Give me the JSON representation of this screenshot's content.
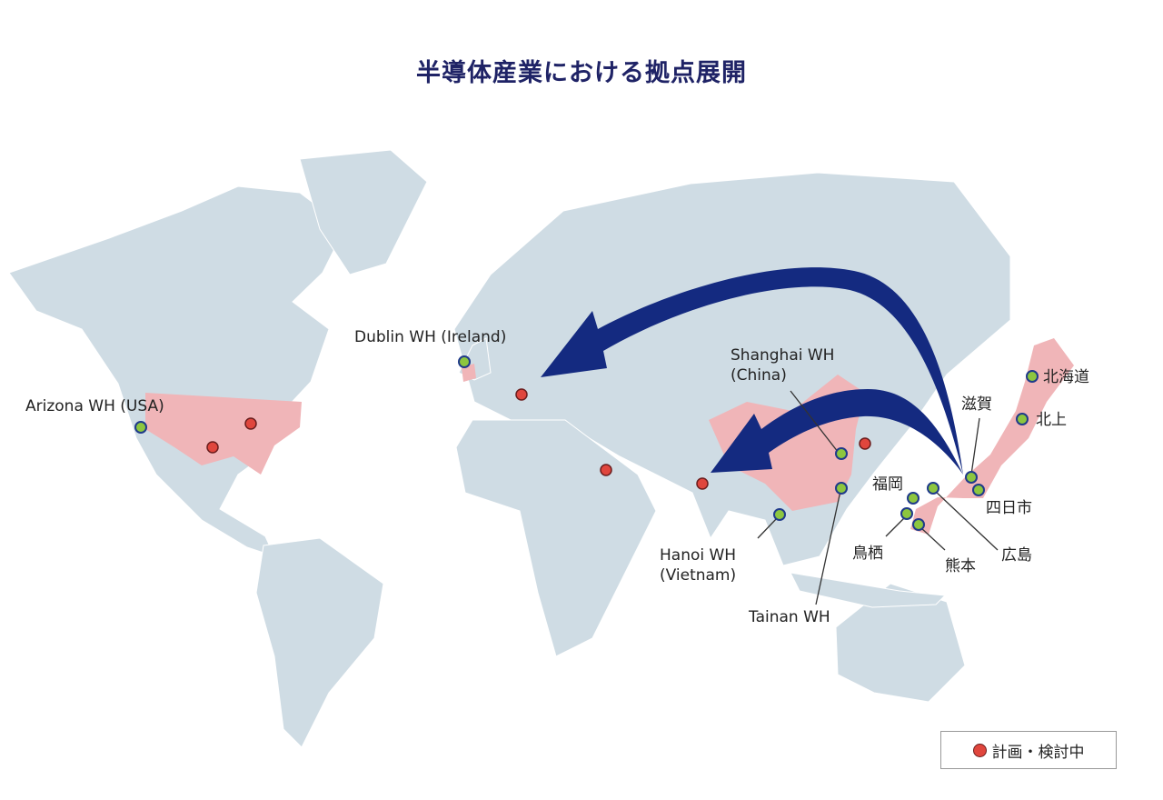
{
  "title": "半導体産業における拠点展開",
  "colors": {
    "land": "#cfdce4",
    "highlight": "#f0b5b8",
    "arrow": "#142a80",
    "existing": "#8dc63f",
    "planned": "#e0463d",
    "marker_ring": "#1f3a8a"
  },
  "sites": {
    "arizona": "Arizona WH (USA)",
    "dublin": "Dublin WH (Ireland)",
    "shanghai_1": "Shanghai WH",
    "shanghai_2": "(China)",
    "hanoi_1": "Hanoi WH",
    "hanoi_2": "(Vietnam)",
    "tainan": "Tainan WH",
    "hokkaido": "北海道",
    "kitakami": "北上",
    "shiga": "滋賀",
    "yokkaichi": "四日市",
    "fukuoka": "福岡",
    "tosu": "鳥栖",
    "kumamoto": "熊本",
    "hiroshima": "広島"
  },
  "legend": {
    "planned": "計画・検討中"
  }
}
